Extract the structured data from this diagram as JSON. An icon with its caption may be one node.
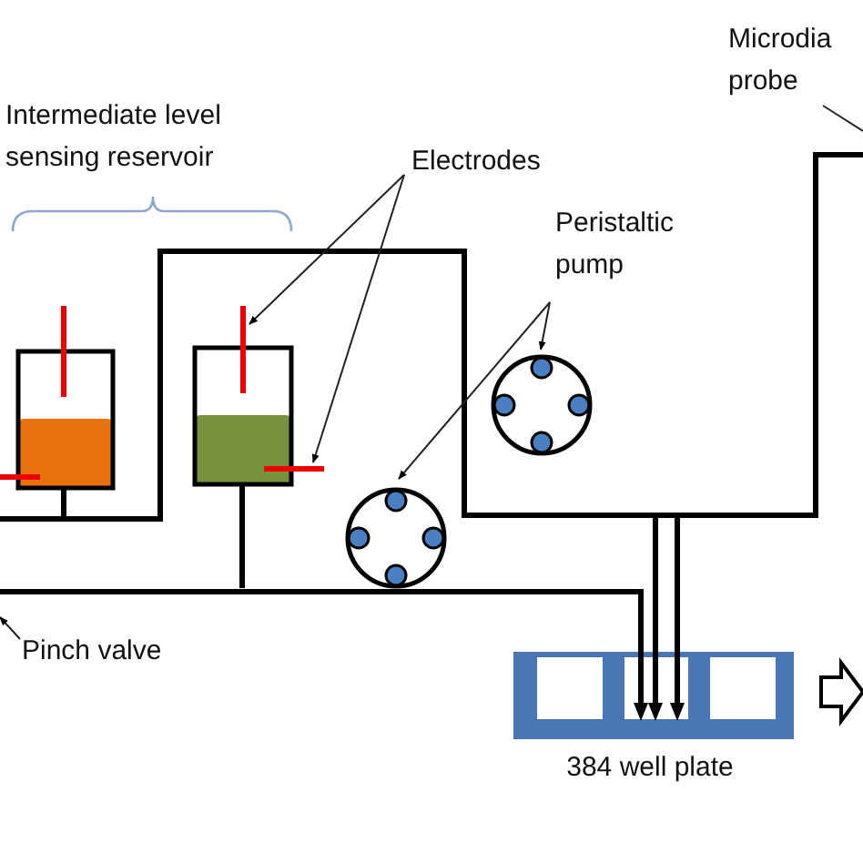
{
  "diagram": {
    "nodes": [
      {
        "text": [
          "Electrodes"
        ]
      },
      {
        "text": [],
        "shape": "bar"
      },
      {
        "text": [],
        "shape": "bar"
      },
      {
        "text": [
          "Peristaltic pump"
        ]
      },
      {
        "text": [],
        "shape": "circle"
      },
      {
        "text": [],
        "shape": "circle"
      },
      {
        "text": [
          "Microdia probe"
        ]
      },
      {
        "text": [
          "Pinch valve"
        ]
      }
    ],
    "edges": [
      {
        "from": 0,
        "to": 1,
        "arrow": "to"
      },
      {
        "from": 0,
        "to": 2,
        "arrow": "to"
      },
      {
        "from": 3,
        "to": 4,
        "arrow": "to"
      },
      {
        "from": 3,
        "to": 5,
        "arrow": "to"
      },
      {
        "from": 6,
        "to": null,
        "arrow": "none"
      },
      {
        "from": 7,
        "to": null,
        "arrow": "to"
      }
    ],
    "labels": [
      "Intermediate level sensing reservoir",
      "384 well plate"
    ]
  }
}
